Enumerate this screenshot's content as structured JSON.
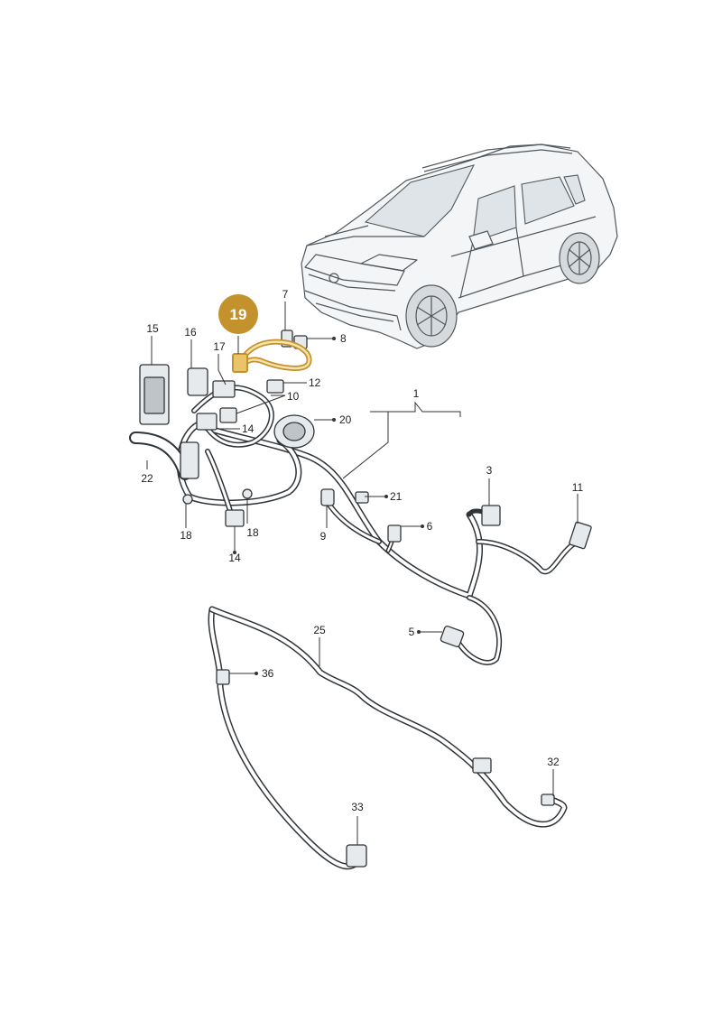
{
  "highlight": {
    "label": "19",
    "color": "#c4922c"
  },
  "callouts": {
    "c1": "1",
    "c3": "3",
    "c5": "5",
    "c6": "6",
    "c7": "7",
    "c8": "8",
    "c9": "9",
    "c10": "10",
    "c11": "11",
    "c12": "12",
    "c14a": "14",
    "c14b": "14",
    "c15": "15",
    "c16": "16",
    "c17": "17",
    "c18a": "18",
    "c18b": "18",
    "c20": "20",
    "c21": "21",
    "c22": "22",
    "c25": "25",
    "c32": "32",
    "c33": "33",
    "c36": "36"
  }
}
